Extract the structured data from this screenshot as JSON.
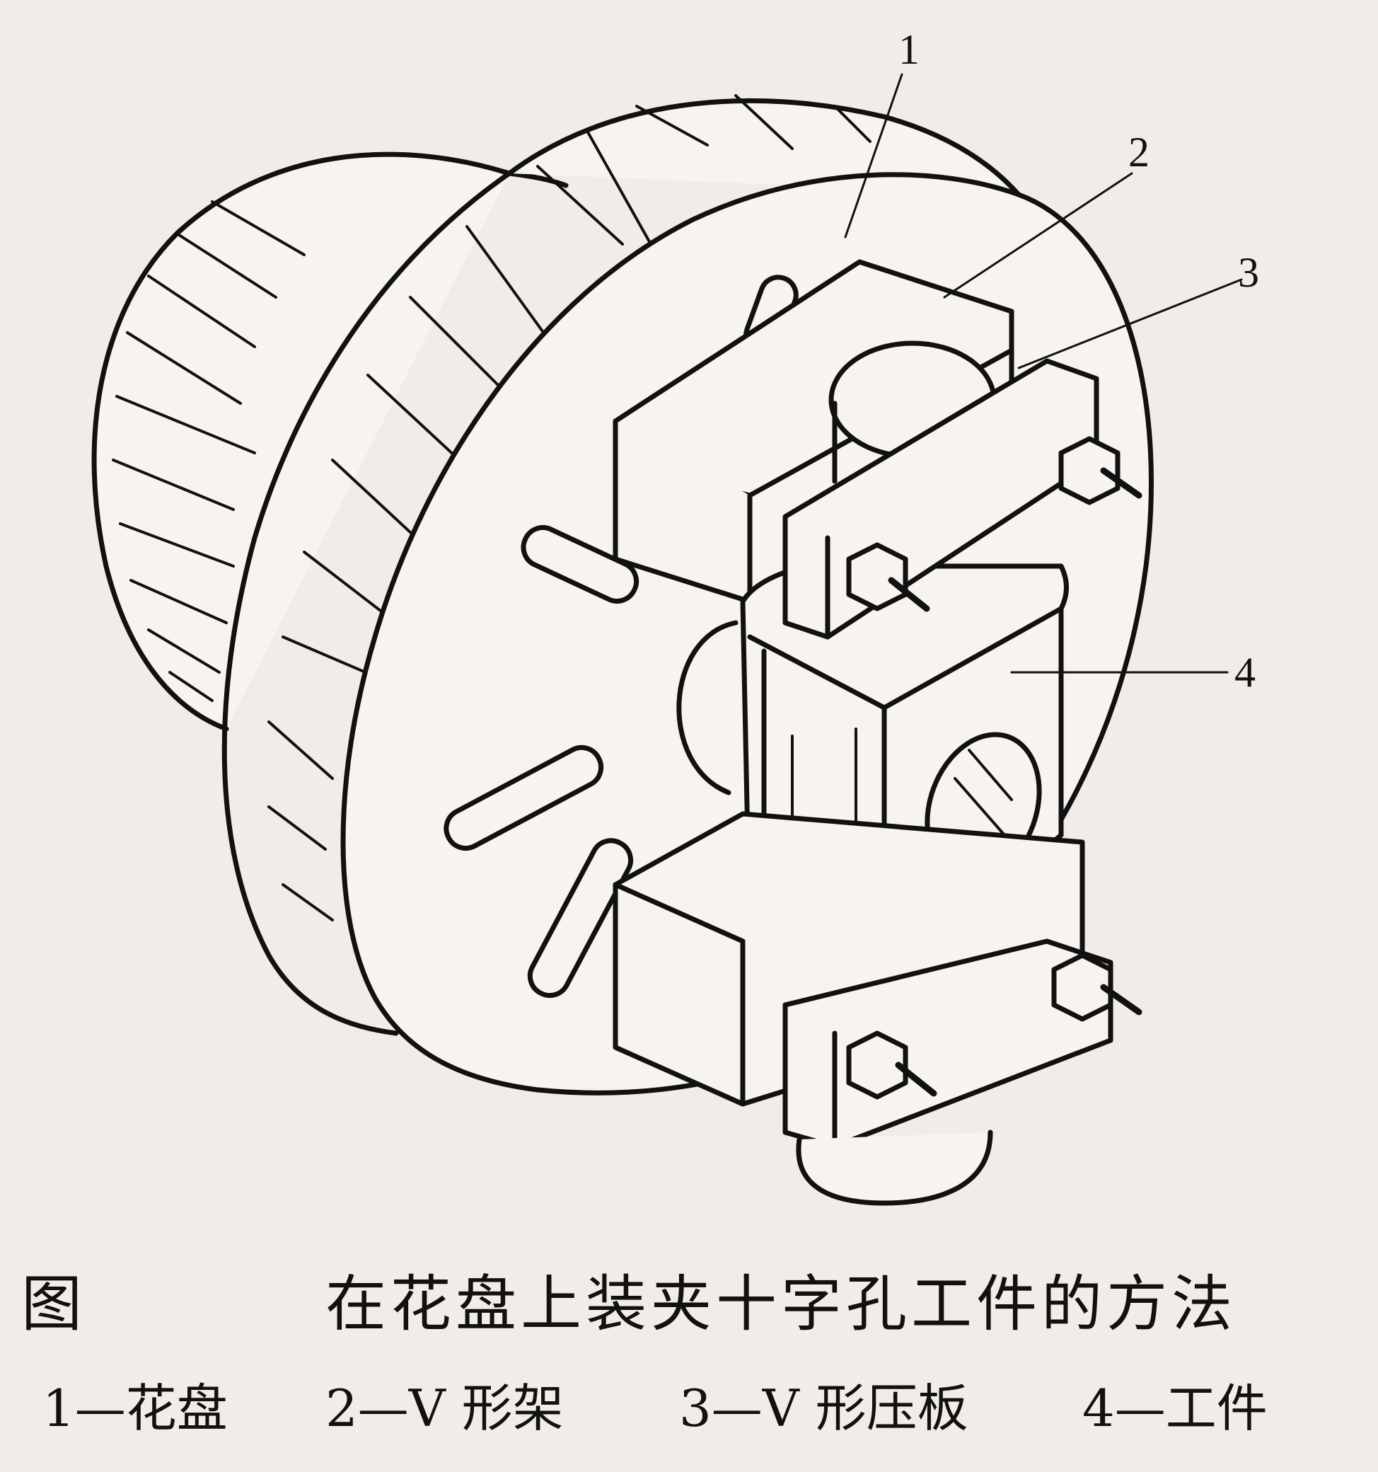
{
  "callouts": [
    "1",
    "2",
    "3",
    "4"
  ],
  "caption": {
    "prefix": "图",
    "title": "在花盘上装夹十字孔工件的方法"
  },
  "legend": [
    "1—花盘",
    "2—V 形架",
    "3—V 形压板",
    "4—工件"
  ]
}
